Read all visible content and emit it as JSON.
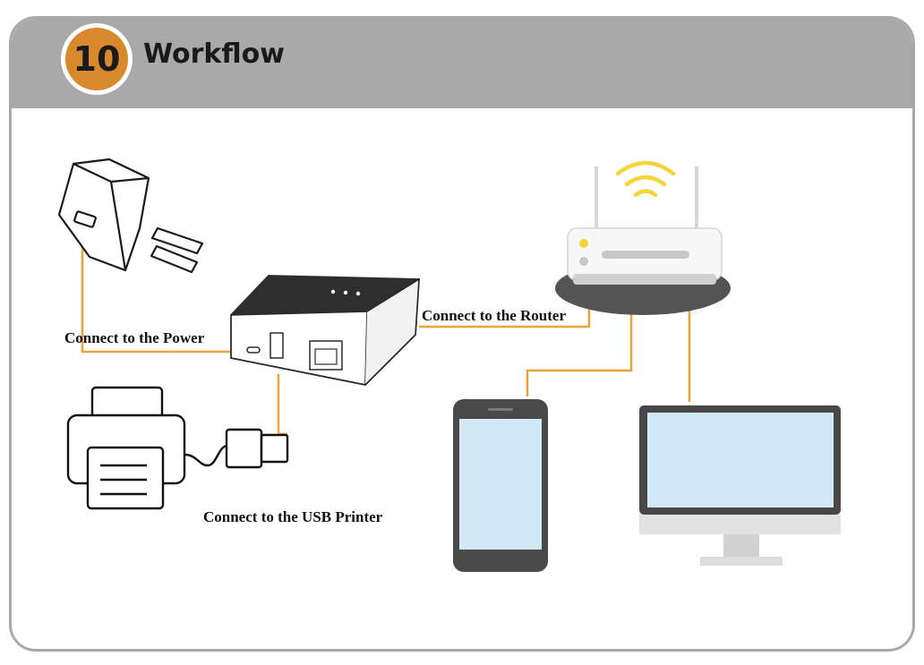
{
  "header": {
    "step_number": "10",
    "title": "Workflow"
  },
  "labels": {
    "power": "Connect to  the Power",
    "router": "Connect to the Router",
    "printer": "Connect to the USB Printer"
  },
  "colors": {
    "header_gray": "#a9a9a9",
    "badge_orange": "#d9892b",
    "cable_orange": "#e9a43a",
    "wifi_yellow": "#f3d53a"
  },
  "icons": [
    "power-adapter-icon",
    "print-server-icon",
    "printer-icon",
    "usb-plug-icon",
    "router-icon",
    "wifi-icon",
    "smartphone-icon",
    "monitor-icon"
  ]
}
